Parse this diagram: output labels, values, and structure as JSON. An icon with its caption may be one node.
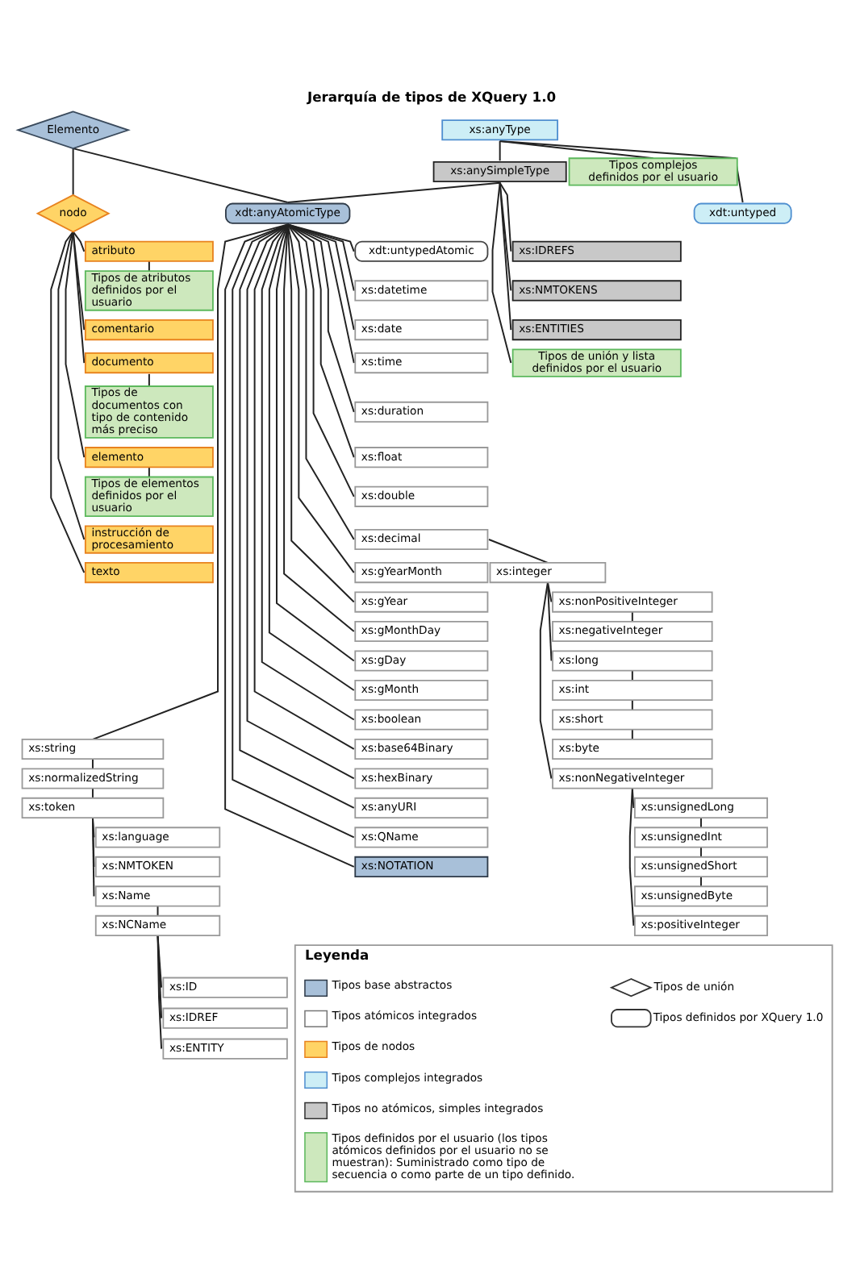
{
  "diagram": {
    "title": "Jerarquía de tipos de XQuery 1.0",
    "nodes": [
      {
        "text": [
          "Elemento"
        ]
      },
      {
        "text": [
          "xs:anyType"
        ]
      },
      {
        "text": [
          "nodo"
        ]
      },
      {
        "text": [
          "xs:anySimpleType"
        ]
      },
      {
        "text": [
          "Tipos complejos definidos por el usuario"
        ]
      },
      {
        "text": [
          "xdt:anyAtomicType"
        ]
      },
      {
        "text": [
          "xdt:untyped"
        ]
      },
      {
        "text": [
          "atributo"
        ]
      },
      {
        "text": [
          "Tipos de atributos definidos por el usuario"
        ]
      },
      {
        "text": [
          "comentario"
        ]
      },
      {
        "text": [
          "documento"
        ]
      },
      {
        "text": [
          "Tipos de documentos con tipo de contenido más preciso"
        ]
      },
      {
        "text": [
          "elemento"
        ]
      },
      {
        "text": [
          "Tipos de elementos definidos por el usuario"
        ]
      },
      {
        "text": [
          "instrucción de procesamiento"
        ]
      },
      {
        "text": [
          "texto"
        ]
      },
      {
        "text": [
          "xdt:untypedAtomic"
        ]
      },
      {
        "text": [
          "xs:datetime"
        ]
      },
      {
        "text": [
          "xs:date"
        ]
      },
      {
        "text": [
          "xs:time"
        ]
      },
      {
        "text": [
          "xs:duration"
        ]
      },
      {
        "text": [
          "xs:float"
        ]
      },
      {
        "text": [
          "xs:double"
        ]
      },
      {
        "text": [
          "xs:decimal"
        ]
      },
      {
        "text": [
          "xs:gYearMonth"
        ]
      },
      {
        "text": [
          "xs:gYear"
        ]
      },
      {
        "text": [
          "xs:gMonthDay"
        ]
      },
      {
        "text": [
          "xs:gDay"
        ]
      },
      {
        "text": [
          "xs:gMonth"
        ]
      },
      {
        "text": [
          "xs:boolean"
        ]
      },
      {
        "text": [
          "xs:base64Binary"
        ]
      },
      {
        "text": [
          "xs:hexBinary"
        ]
      },
      {
        "text": [
          "xs:anyURI"
        ]
      },
      {
        "text": [
          "xs:QName"
        ]
      },
      {
        "text": [
          "xs:NOTATION"
        ]
      },
      {
        "text": [
          "xs:IDREFS"
        ]
      },
      {
        "text": [
          "xs:NMTOKENS"
        ]
      },
      {
        "text": [
          "xs:ENTITIES"
        ]
      },
      {
        "text": [
          "Tipos de unión y lista definidos por el usuario"
        ]
      },
      {
        "text": [
          "xs:integer"
        ]
      },
      {
        "text": [
          "xs:nonPositiveInteger"
        ]
      },
      {
        "text": [
          "xs:negativeInteger"
        ]
      },
      {
        "text": [
          "xs:long"
        ]
      },
      {
        "text": [
          "xs:int"
        ]
      },
      {
        "text": [
          "xs:short"
        ]
      },
      {
        "text": [
          "xs:byte"
        ]
      },
      {
        "text": [
          "xs:nonNegativeInteger"
        ]
      },
      {
        "text": [
          "xs:unsignedLong"
        ]
      },
      {
        "text": [
          "xs:unsignedInt"
        ]
      },
      {
        "text": [
          "xs:unsignedShort"
        ]
      },
      {
        "text": [
          "xs:unsignedByte"
        ]
      },
      {
        "text": [
          "xs:positiveInteger"
        ]
      },
      {
        "text": [
          "xs:string"
        ]
      },
      {
        "text": [
          "xs:normalizedString"
        ]
      },
      {
        "text": [
          "xs:token"
        ]
      },
      {
        "text": [
          "xs:language"
        ]
      },
      {
        "text": [
          "xs:NMTOKEN"
        ]
      },
      {
        "text": [
          "xs:Name"
        ]
      },
      {
        "text": [
          "xs:NCName"
        ]
      },
      {
        "text": [
          "xs:ID"
        ]
      },
      {
        "text": [
          "xs:IDREF"
        ]
      },
      {
        "text": [
          "xs:ENTITY"
        ]
      },
      {
        "text": [
          "Leyenda"
        ]
      }
    ],
    "edges": [
      {
        "from": 0,
        "to": 2,
        "arrow": "none"
      },
      {
        "from": 0,
        "to": 5,
        "arrow": "none"
      },
      {
        "from": 1,
        "to": 3,
        "arrow": "none"
      },
      {
        "from": 1,
        "to": 4,
        "arrow": "none"
      },
      {
        "from": 1,
        "to": 6,
        "arrow": "none"
      },
      {
        "from": 3,
        "to": 5,
        "arrow": "none"
      },
      {
        "from": 3,
        "to": 35,
        "arrow": "none"
      },
      {
        "from": 3,
        "to": 36,
        "arrow": "none"
      },
      {
        "from": 3,
        "to": 37,
        "arrow": "none"
      },
      {
        "from": 3,
        "to": 38,
        "arrow": "none"
      },
      {
        "from": 2,
        "to": 7,
        "arrow": "none"
      },
      {
        "from": 7,
        "to": 8,
        "arrow": "none"
      },
      {
        "from": 2,
        "to": 9,
        "arrow": "none"
      },
      {
        "from": 2,
        "to": 10,
        "arrow": "none"
      },
      {
        "from": 10,
        "to": 11,
        "arrow": "none"
      },
      {
        "from": 2,
        "to": 12,
        "arrow": "none"
      },
      {
        "from": 12,
        "to": 13,
        "arrow": "none"
      },
      {
        "from": 2,
        "to": 14,
        "arrow": "none"
      },
      {
        "from": 2,
        "to": 15,
        "arrow": "none"
      },
      {
        "from": 5,
        "to": 16,
        "arrow": "none"
      },
      {
        "from": 5,
        "to": 17,
        "arrow": "none"
      },
      {
        "from": 5,
        "to": 18,
        "arrow": "none"
      },
      {
        "from": 5,
        "to": 19,
        "arrow": "none"
      },
      {
        "from": 5,
        "to": 20,
        "arrow": "none"
      },
      {
        "from": 5,
        "to": 21,
        "arrow": "none"
      },
      {
        "from": 5,
        "to": 22,
        "arrow": "none"
      },
      {
        "from": 5,
        "to": 23,
        "arrow": "none"
      },
      {
        "from": 5,
        "to": 24,
        "arrow": "none"
      },
      {
        "from": 5,
        "to": 25,
        "arrow": "none"
      },
      {
        "from": 5,
        "to": 26,
        "arrow": "none"
      },
      {
        "from": 5,
        "to": 27,
        "arrow": "none"
      },
      {
        "from": 5,
        "to": 28,
        "arrow": "none"
      },
      {
        "from": 5,
        "to": 29,
        "arrow": "none"
      },
      {
        "from": 5,
        "to": 30,
        "arrow": "none"
      },
      {
        "from": 5,
        "to": 31,
        "arrow": "none"
      },
      {
        "from": 5,
        "to": 32,
        "arrow": "none"
      },
      {
        "from": 5,
        "to": 33,
        "arrow": "none"
      },
      {
        "from": 5,
        "to": 34,
        "arrow": "none"
      },
      {
        "from": 5,
        "to": 52,
        "arrow": "none"
      },
      {
        "from": 23,
        "to": 39,
        "arrow": "none"
      },
      {
        "from": 39,
        "to": 40,
        "arrow": "none"
      },
      {
        "from": 40,
        "to": 41,
        "arrow": "none"
      },
      {
        "from": 39,
        "to": 42,
        "arrow": "none"
      },
      {
        "from": 42,
        "to": 43,
        "arrow": "none"
      },
      {
        "from": 43,
        "to": 44,
        "arrow": "none"
      },
      {
        "from": 44,
        "to": 45,
        "arrow": "none"
      },
      {
        "from": 39,
        "to": 46,
        "arrow": "none"
      },
      {
        "from": 46,
        "to": 47,
        "arrow": "none"
      },
      {
        "from": 47,
        "to": 48,
        "arrow": "none"
      },
      {
        "from": 48,
        "to": 49,
        "arrow": "none"
      },
      {
        "from": 49,
        "to": 50,
        "arrow": "none"
      },
      {
        "from": 46,
        "to": 51,
        "arrow": "none"
      },
      {
        "from": 52,
        "to": 53,
        "arrow": "none"
      },
      {
        "from": 53,
        "to": 54,
        "arrow": "none"
      },
      {
        "from": 54,
        "to": 55,
        "arrow": "none"
      },
      {
        "from": 54,
        "to": 56,
        "arrow": "none"
      },
      {
        "from": 54,
        "to": 57,
        "arrow": "none"
      },
      {
        "from": 57,
        "to": 58,
        "arrow": "none"
      },
      {
        "from": 58,
        "to": 59,
        "arrow": "none"
      },
      {
        "from": 58,
        "to": 60,
        "arrow": "none"
      },
      {
        "from": 58,
        "to": 61,
        "arrow": "none"
      }
    ],
    "legend": [
      {
        "text": "Tipos base abstractos",
        "color": "#a8c0d9"
      },
      {
        "text": "Tipos de unión"
      },
      {
        "text": "Tipos atómicos integrados",
        "color": "#ffffff"
      },
      {
        "text": "Tipos definidos por XQuery 1.0"
      },
      {
        "text": "Tipos de nodos",
        "color": "#ffd466"
      },
      {
        "text": "Tipos complejos integrados",
        "color": "#cdeef6"
      },
      {
        "text": "Tipos no atómicos, simples integrados",
        "color": "#c8c8c8"
      },
      {
        "text": "Tipos definidos por el usuario (los tipos atómicos definidos por el usuario no se muestran): Suministrado como tipo de secuencia o como parte de un tipo definido.",
        "color": "#cde8bd"
      }
    ]
  }
}
